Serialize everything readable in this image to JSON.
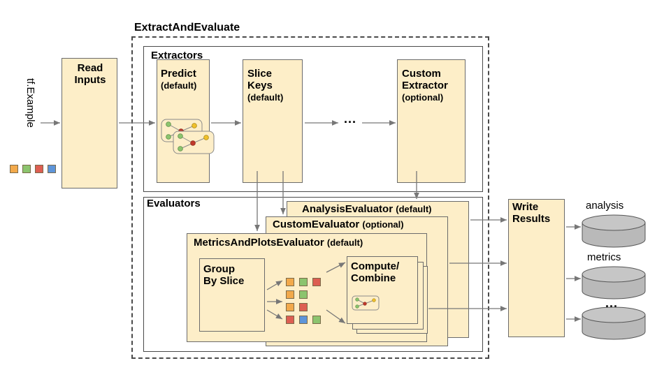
{
  "diagram": {
    "title_outer": "ExtractAndEvaluate",
    "input_label": "tf.Example",
    "ellipsis": "...",
    "colors": {
      "box_fill": "#fdeec8",
      "box_stroke": "#6b6b6b",
      "panel_stroke": "#4a4a4a",
      "cylinder_fill": "#b9b9b9",
      "cylinder_top": "#c6c6c6",
      "arrow": "#777777",
      "swatch_orange": "#f2a94b",
      "swatch_green": "#8cc46e",
      "swatch_red": "#dd5e52",
      "swatch_blue": "#5e95d9"
    }
  },
  "nodes": {
    "read_inputs": {
      "line1": "Read",
      "line2": "Inputs"
    },
    "extractors_panel": {
      "label": "Extractors"
    },
    "evaluators_panel": {
      "label": "Evaluators"
    },
    "predict": {
      "name": "Predict",
      "qualifier": "(default)"
    },
    "slice_keys": {
      "line1": "Slice",
      "line2": "Keys",
      "qualifier": "(default)"
    },
    "custom_extractor": {
      "line1": "Custom",
      "line2": "Extractor",
      "qualifier": "(optional)"
    },
    "analysis_evaluator": {
      "name": "AnalysisEvaluator",
      "qualifier": "(default)"
    },
    "custom_evaluator": {
      "name": "CustomEvaluator",
      "qualifier": "(optional)"
    },
    "metrics_plots_evaluator": {
      "name": "MetricsAndPlotsEvaluator",
      "qualifier": "(default)"
    },
    "group_by_slice": {
      "line1": "Group",
      "line2": "By Slice"
    },
    "compute_combine": {
      "line1": "Compute/",
      "line2": "Combine"
    },
    "write_results": {
      "line1": "Write",
      "line2": "Results"
    }
  },
  "outputs": [
    {
      "label": "analysis"
    },
    {
      "label": "metrics"
    },
    {
      "label": "..."
    }
  ],
  "input_swatches": [
    "orange",
    "green",
    "red",
    "blue"
  ],
  "slice_swatch_rows": [
    [
      "orange",
      "green",
      "red"
    ],
    [
      "orange",
      "green"
    ],
    [
      "orange",
      "red"
    ],
    [
      "red",
      "blue",
      "green"
    ]
  ]
}
